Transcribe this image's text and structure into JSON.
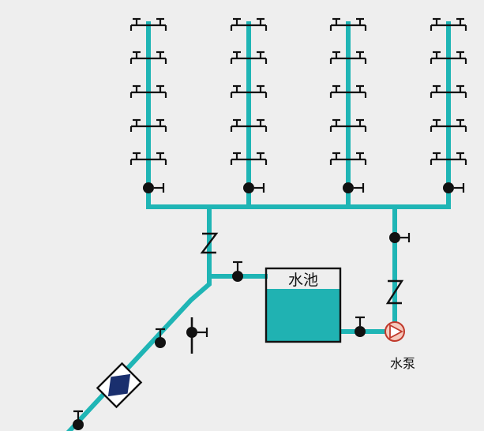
{
  "colors": {
    "background": "#eeeeee",
    "pipe": "#1fb5b5",
    "pipe_dark": "#149a9a",
    "water": "#20b2b2",
    "symbol": "#111111",
    "pump_fill": "#f6c9bd",
    "pump_stroke": "#c0392b",
    "meter_fill": "#1a2f6e"
  },
  "labels": {
    "tank": "水池",
    "pump": "水泵"
  },
  "icons": {
    "faucet": "faucet-icon",
    "valve": "gate-valve-icon",
    "check_valve": "check-valve-icon",
    "pump": "pump-icon",
    "water_meter": "water-meter-icon"
  },
  "risers": {
    "count": 4,
    "faucet_rows": 5
  }
}
